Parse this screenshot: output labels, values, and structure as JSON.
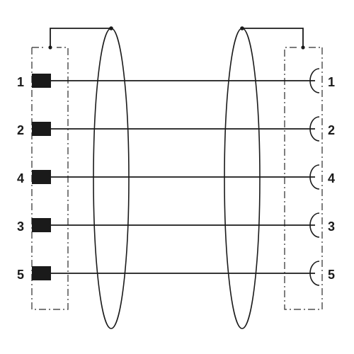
{
  "diagram": {
    "pins_left": [
      "1",
      "2",
      "4",
      "3",
      "5"
    ],
    "pins_right": [
      "1",
      "2",
      "4",
      "3",
      "5"
    ],
    "colors": {
      "line": "#1a1a1a",
      "box": "#2a2a2a",
      "background": "#ffffff"
    }
  }
}
